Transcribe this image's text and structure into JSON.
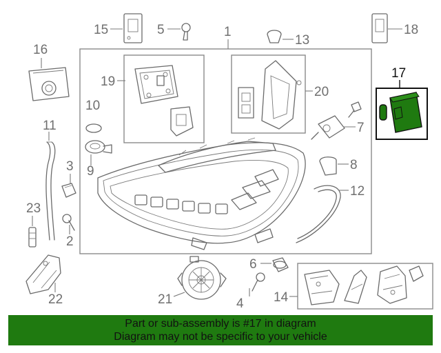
{
  "diagram": {
    "callouts": {
      "c1": "1",
      "c2": "2",
      "c3": "3",
      "c4": "4",
      "c5": "5",
      "c6": "6",
      "c7": "7",
      "c8": "8",
      "c9": "9",
      "c10": "10",
      "c11": "11",
      "c12": "12",
      "c13": "13",
      "c14": "14",
      "c15": "15",
      "c16": "16",
      "c17": "17",
      "c18": "18",
      "c19": "19",
      "c20": "20",
      "c21": "21",
      "c22": "22",
      "c23": "23"
    },
    "highlighted_part": "17"
  },
  "colors": {
    "banner_bg": "#1f7a10",
    "highlight_fill": "#1f7a10",
    "line_gray": "#6a6a6a"
  },
  "banner": {
    "line1": "Part or sub-assembly is #17 in diagram",
    "line2": "Diagram may not be specific to your vehicle"
  }
}
